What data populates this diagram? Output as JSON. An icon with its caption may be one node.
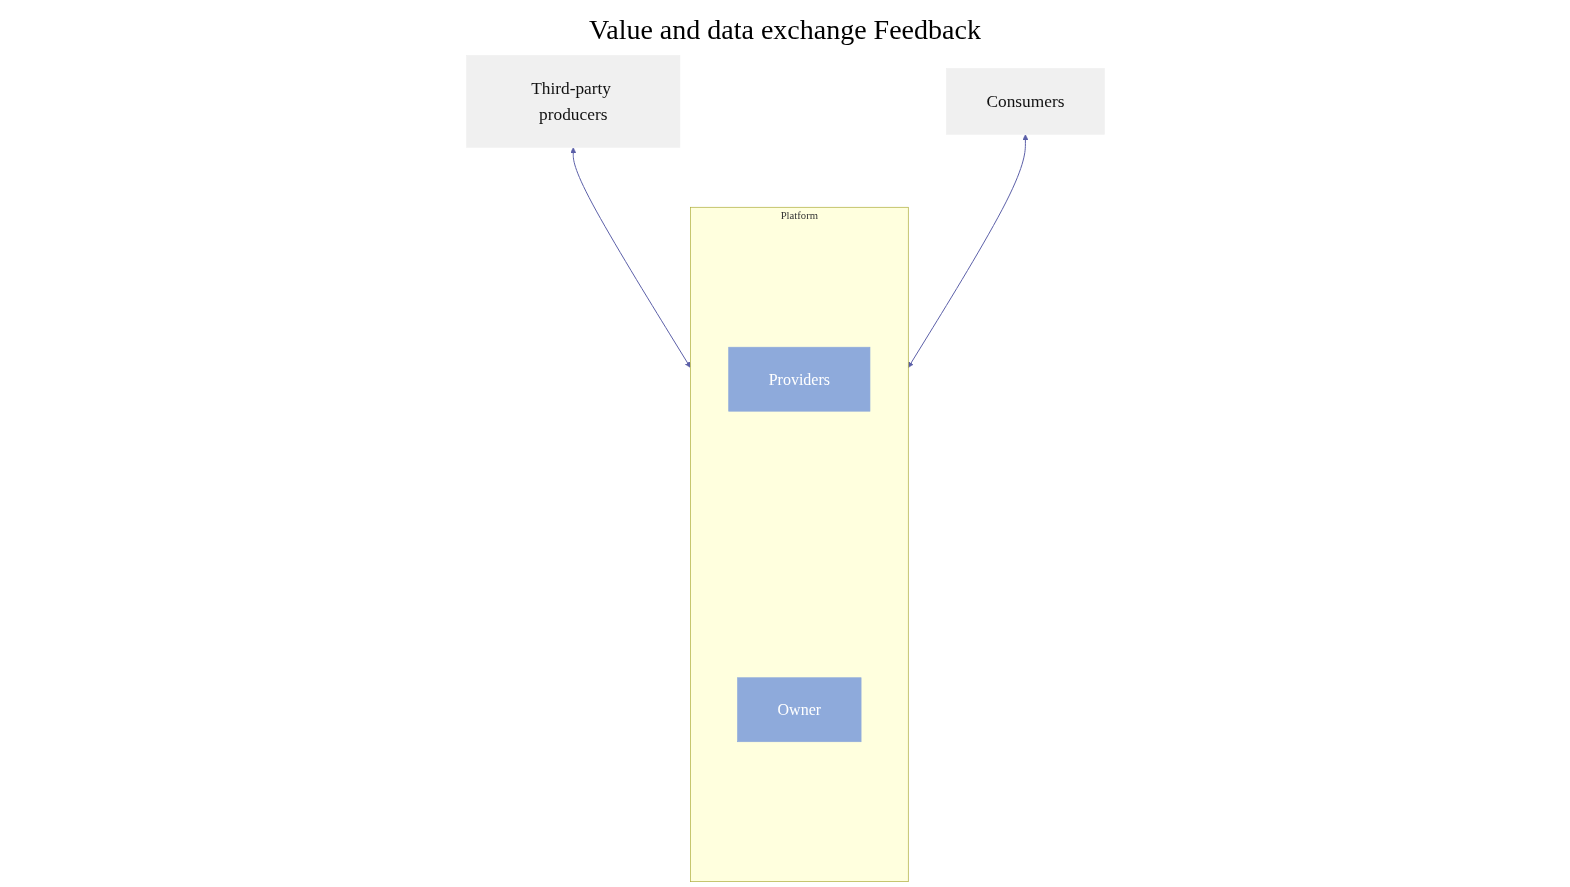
{
  "diagram": {
    "nodes": [
      {
        "text": [
          "Third-party producers"
        ]
      },
      {
        "text": [
          "Consumers"
        ]
      },
      {
        "text": [
          "Platform"
        ]
      },
      {
        "text": [
          "Providers"
        ],
        "in": 2
      },
      {
        "text": [
          "Owner"
        ],
        "in": 2
      }
    ],
    "edges": [
      {
        "from": 0,
        "to": 2,
        "arrow": "both"
      },
      {
        "from": 1,
        "to": 2,
        "arrow": "both"
      }
    ],
    "labels": [
      "Value and data exchange Feedback"
    ]
  }
}
